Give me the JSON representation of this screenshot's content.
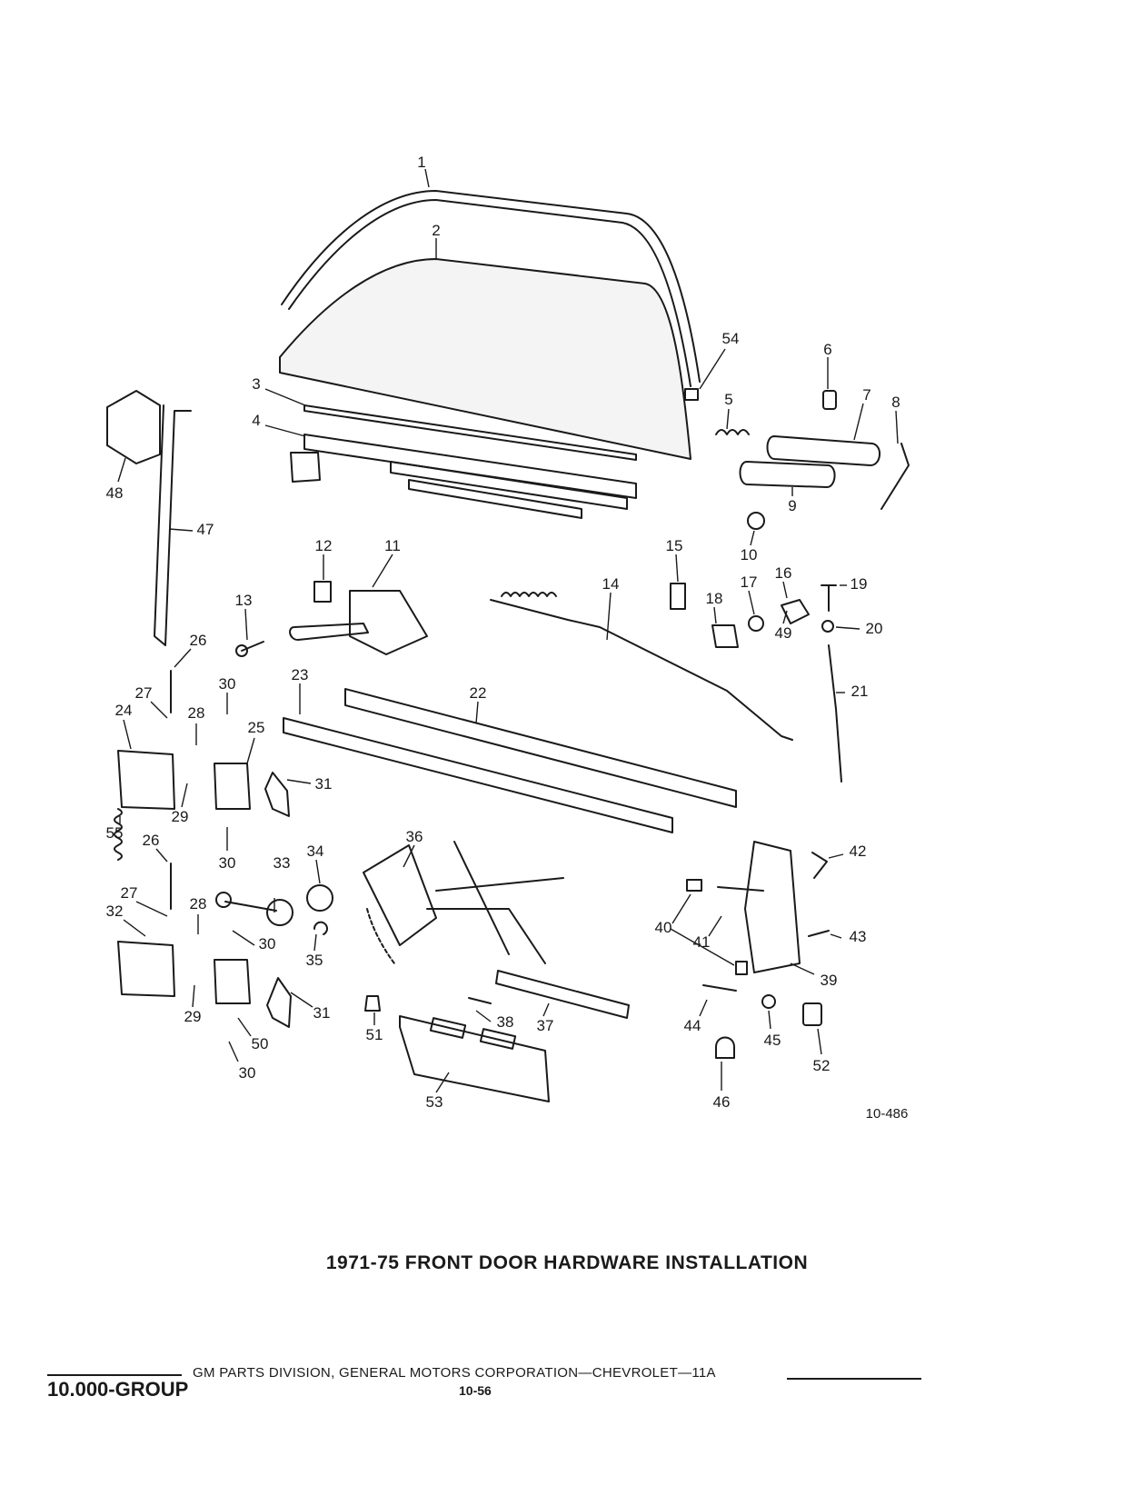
{
  "figure": {
    "caption": "1971-75 FRONT DOOR HARDWARE INSTALLATION",
    "figure_id": "10-486"
  },
  "callouts": [
    "1",
    "2",
    "3",
    "4",
    "5",
    "6",
    "7",
    "8",
    "9",
    "10",
    "11",
    "12",
    "13",
    "14",
    "15",
    "16",
    "17",
    "18",
    "19",
    "20",
    "21",
    "22",
    "23",
    "24",
    "25",
    "26",
    "26",
    "27",
    "27",
    "28",
    "28",
    "29",
    "29",
    "30",
    "30",
    "30",
    "30",
    "31",
    "31",
    "32",
    "33",
    "34",
    "35",
    "36",
    "37",
    "38",
    "39",
    "40",
    "41",
    "42",
    "43",
    "44",
    "45",
    "46",
    "47",
    "48",
    "49",
    "50",
    "51",
    "52",
    "53",
    "54",
    "55"
  ],
  "footer": {
    "group": "10.000-GROUP",
    "division": "GM PARTS DIVISION, GENERAL MOTORS CORPORATION—CHEVROLET—11A",
    "page": "10-56"
  }
}
